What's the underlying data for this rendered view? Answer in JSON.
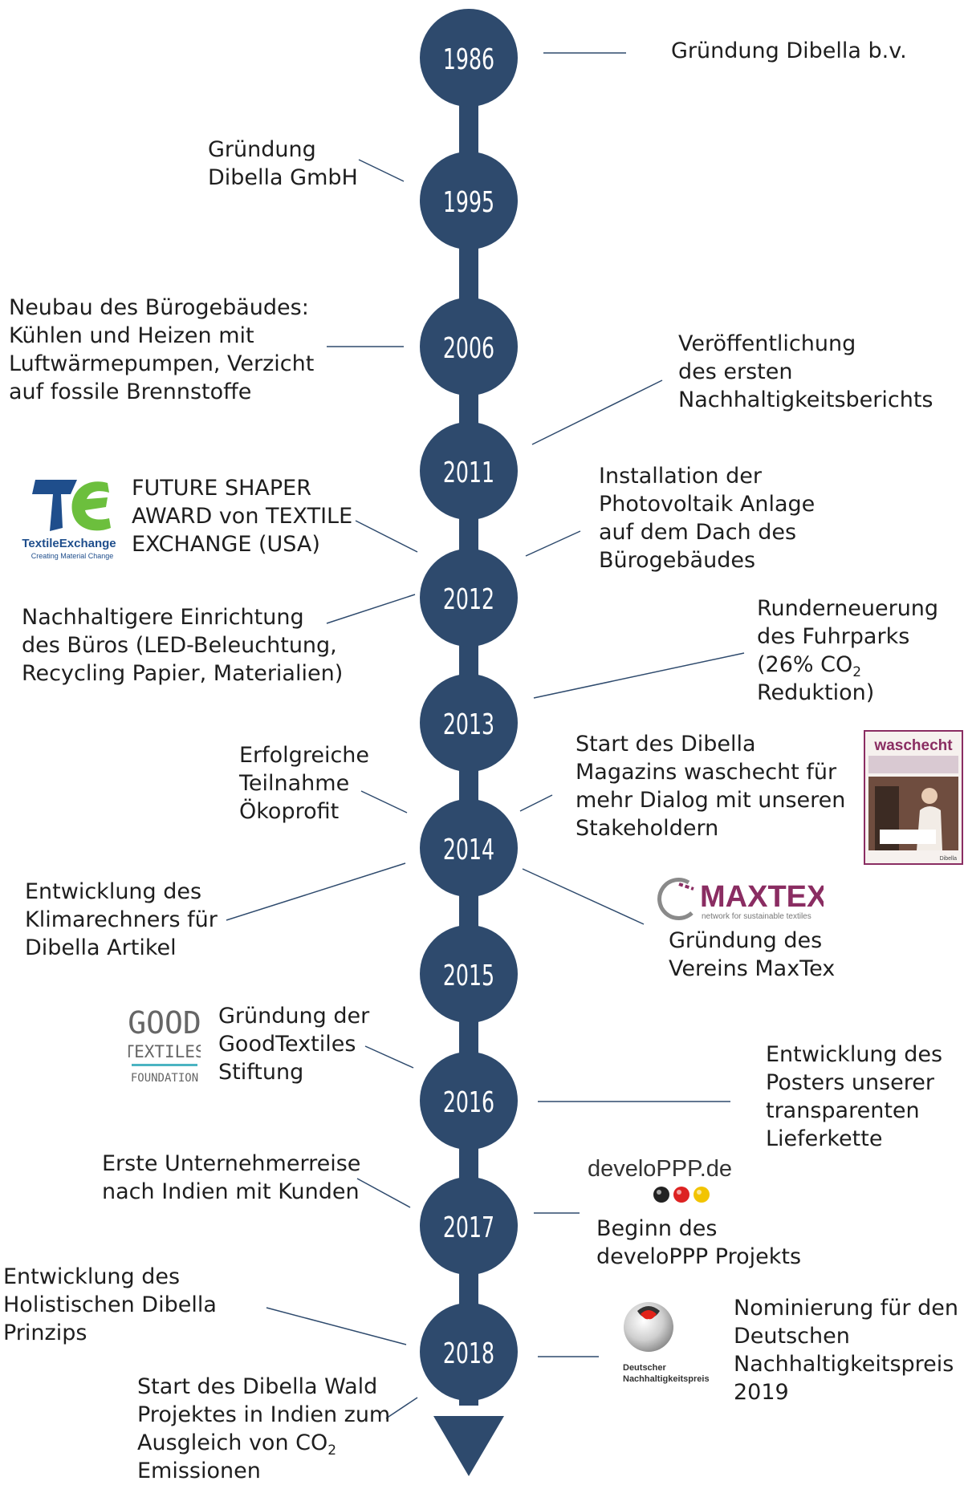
{
  "colors": {
    "node": "#2e4a6d",
    "connector": "#2e4a6d",
    "text": "#1e1e1e"
  },
  "years": [
    "1986",
    "1995",
    "2006",
    "2011",
    "2012",
    "2013",
    "2014",
    "2015",
    "2016",
    "2017",
    "2018"
  ],
  "events": {
    "e1986": [
      "Gründung Dibella b.v."
    ],
    "e1995": [
      "Gründung",
      "Dibella GmbH"
    ],
    "e2006": [
      "Neubau des Bürogebäudes:",
      "Kühlen und Heizen mit",
      "Luftwärmepumpen,  Verzicht",
      "auf fossile Brennstoffe"
    ],
    "e2011": [
      "Veröffentlichung",
      "des ersten",
      "Nachhaltigkeitsberichts"
    ],
    "e2012a": [
      "FUTURE SHAPER",
      "AWARD von TEXTILE",
      "EXCHANGE (USA)"
    ],
    "e2012b": [
      "Installation der",
      "Photovoltaik Anlage",
      "auf dem Dach des",
      "Bürogebäudes"
    ],
    "e2012c": [
      "Nachhaltigere Einrichtung",
      "des Büros (LED-Beleuchtung,",
      "Recycling Papier, Materialien)"
    ],
    "e2013": {
      "l1": "Runderneuerung",
      "l2": "des Fuhrparks",
      "l3a": "(26% CO",
      "l3sub": "2",
      "l4": "Reduktion)"
    },
    "e2014a": [
      "Erfolgreiche",
      "Teilnahme",
      "Ökoprofit"
    ],
    "e2014b": [
      "Start des Dibella",
      "Magazins waschecht für",
      "mehr Dialog mit unseren",
      "Stakeholdern"
    ],
    "e2014c": [
      "Entwicklung des",
      "Klimarechners für",
      "Dibella Artikel"
    ],
    "e2014d": [
      "Gründung des",
      "Vereins MaxTex"
    ],
    "e2016a": [
      "Gründung der",
      "GoodTextiles",
      "Stiftung"
    ],
    "e2016b": [
      "Entwicklung des",
      "Posters unserer",
      "transparenten",
      "Lieferkette"
    ],
    "e2017a": [
      "Erste Unternehmerreise",
      "nach Indien mit Kunden"
    ],
    "e2017b": [
      "Beginn des",
      "develoPPP Projekts"
    ],
    "e2018a": [
      "Entwicklung des",
      "Holistischen Dibella",
      "Prinzips"
    ],
    "e2018b": [
      "Nominierung für den",
      "Deutschen",
      "Nachhaltigkeitspreis",
      "2019"
    ],
    "e2018c": {
      "l1": "Start des Dibella Wald",
      "l2": "Projektes in Indien zum",
      "l3a": "Ausgleich von CO",
      "l3sub": "2",
      "l4": "Emissionen"
    }
  },
  "logos": {
    "textile_exchange": {
      "name": "TextileExchange",
      "tagline": "Creating Material Change"
    },
    "waschecht": {
      "title": "waschecht",
      "footer": "Dibella"
    },
    "maxtex": {
      "name": "MAXTEX",
      "tagline": "network for sustainable textiles"
    },
    "good_textiles": {
      "l1": "GOOD",
      "l2": "TEXTILES",
      "l3": "FOUNDATION"
    },
    "developpp": {
      "name": "develoPPP.de"
    },
    "dnp": {
      "l1": "Deutscher",
      "l2": "Nachhaltigkeitspreis"
    }
  }
}
